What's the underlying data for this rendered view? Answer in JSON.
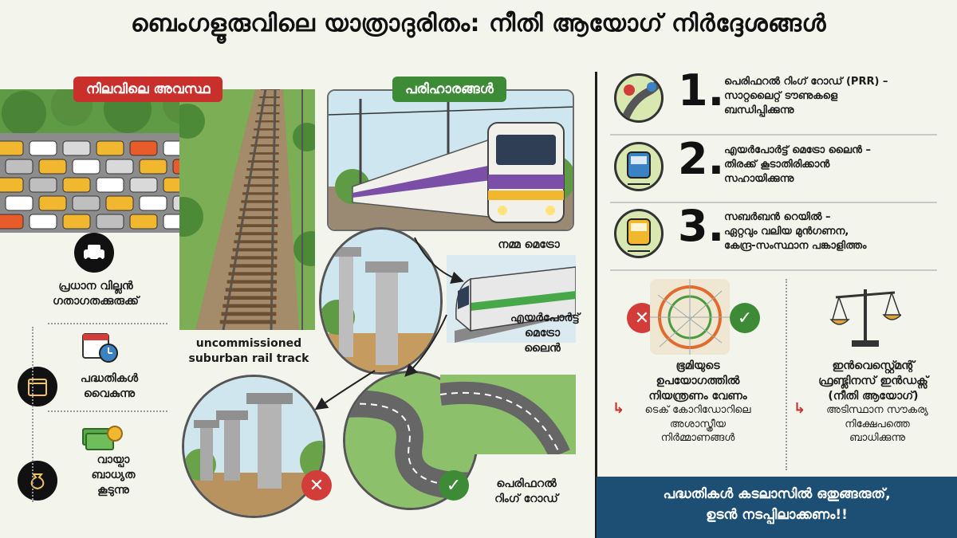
{
  "title": "ബെംഗളൂരുവിലെ യാത്രാദുരിതം: നീതി ആയോഗ് നിർദ്ദേശങ്ങൾ",
  "current_state": {
    "badge": "നിലവിലെ അവസ്ഥ",
    "badge_color": "#c9302c",
    "villain_line1": "പ്രധാന വില്ലൻ",
    "villain_line2": "ഗതാഗതക്കുരുക്ക്",
    "delay_line1": "പദ്ധതികൾ",
    "delay_line2": "വൈകുന്നു",
    "loan_line1": "വായ്പാ",
    "loan_line2": "ബാധ്യത",
    "loan_line3": "കൂടുന്നു",
    "track_line1": "uncommissioned",
    "track_line2": "suburban rail track"
  },
  "solutions_panel": {
    "badge": "പരിഹാരങ്ങൾ",
    "badge_color": "#3d8b37",
    "metro_label": "നമ്മ മെട്രോ",
    "airport_line1": "എയർപോർട്ട്",
    "airport_line2": "മെട്രോ ലൈൻ",
    "ring_line1": "പെരിഫറൽ",
    "ring_line2": "റിംഗ് റോഡ്"
  },
  "solutions": [
    {
      "num": "1.",
      "line1": "പെരിഫറൽ റിംഗ് റോഡ് (PRR) –",
      "line2": "സാറ്റലൈറ്റ് ടൗണുകളെ",
      "line3": "ബന്ധിപ്പിക്കുന്നു",
      "icon": "road-pin-icon"
    },
    {
      "num": "2.",
      "line1": "എയർപോർട്ട് മെട്രോ ലൈൻ –",
      "line2": "തിരക്ക് കൂടാതിരിക്കാൻ",
      "line3": "സഹായിക്കുന്നു",
      "icon": "metro-train-icon"
    },
    {
      "num": "3.",
      "line1": "സബർബൻ റെയിൽ –",
      "line2": "ഏറ്റവും വലിയ മുൻഗണന,",
      "line3": "കേന്ദ്ര-സംസ്ഥാന പങ്കാളിത്തം",
      "icon": "suburban-train-icon"
    }
  ],
  "land_use": {
    "line1": "ഭൂമിയുടെ",
    "line2": "ഉപയോഗത്തിൽ",
    "line3": "നിയന്ത്രണം വേണം",
    "sub1": "ടെക് കോറിഡോറിലെ",
    "sub2": "അശാസ്ത്രീയ",
    "sub3": "നിർമ്മാണങ്ങൾ"
  },
  "investment": {
    "line1": "ഇൻവെസ്റ്റ്മെന്റ്",
    "line2": "ഫ്രണ്ട്ലിനസ് ഇൻഡക്സ്",
    "line3": "(നീതി ആയോഗ്)",
    "sub1": "അടിസ്ഥാന സൗകര്യ",
    "sub2": "നിക്ഷേപത്തെ",
    "sub3": "ബാധിക്കുന്നു"
  },
  "banner": {
    "line1": "പദ്ധതികൾ കടലാസിൽ ഒതുങ്ങരുത്,",
    "line2": "ഉടൻ നടപ്പിലാക്കണം!!"
  },
  "colors": {
    "red": "#c9302c",
    "green": "#3d8b37",
    "navy": "#1d4e74"
  }
}
